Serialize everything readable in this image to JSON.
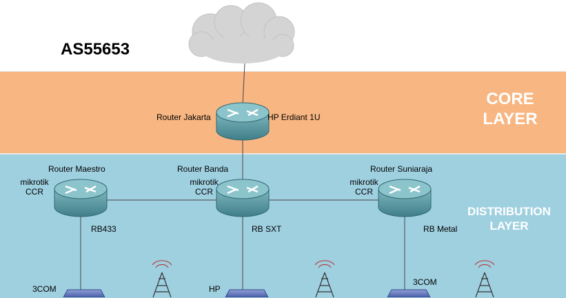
{
  "as_number": "AS55653",
  "layers": {
    "core": {
      "line1": "CORE",
      "line2": "LAYER"
    },
    "distribution": {
      "line1": "DISTRIBUTION",
      "line2": "LAYER"
    }
  },
  "routers": {
    "jakarta": {
      "name": "Router Jakarta",
      "model": "HP Erdiant 1U"
    },
    "maestro": {
      "name": "Router Maestro",
      "type1": "mikrotik",
      "type2": "CCR",
      "link": "RB433",
      "access": "3COM"
    },
    "banda": {
      "name": "Router Banda",
      "type1": "mikrotik",
      "type2": "CCR",
      "link": "RB SXT",
      "access": "HP"
    },
    "suniaraja": {
      "name": "Router Suniaraja",
      "type1": "mikrotik",
      "type2": "CCR",
      "link": "RB Metal",
      "access": "3COM"
    }
  },
  "colors": {
    "core": "#f7b682",
    "distribution": "#9fd0e0",
    "router": "#5b9ea8"
  }
}
